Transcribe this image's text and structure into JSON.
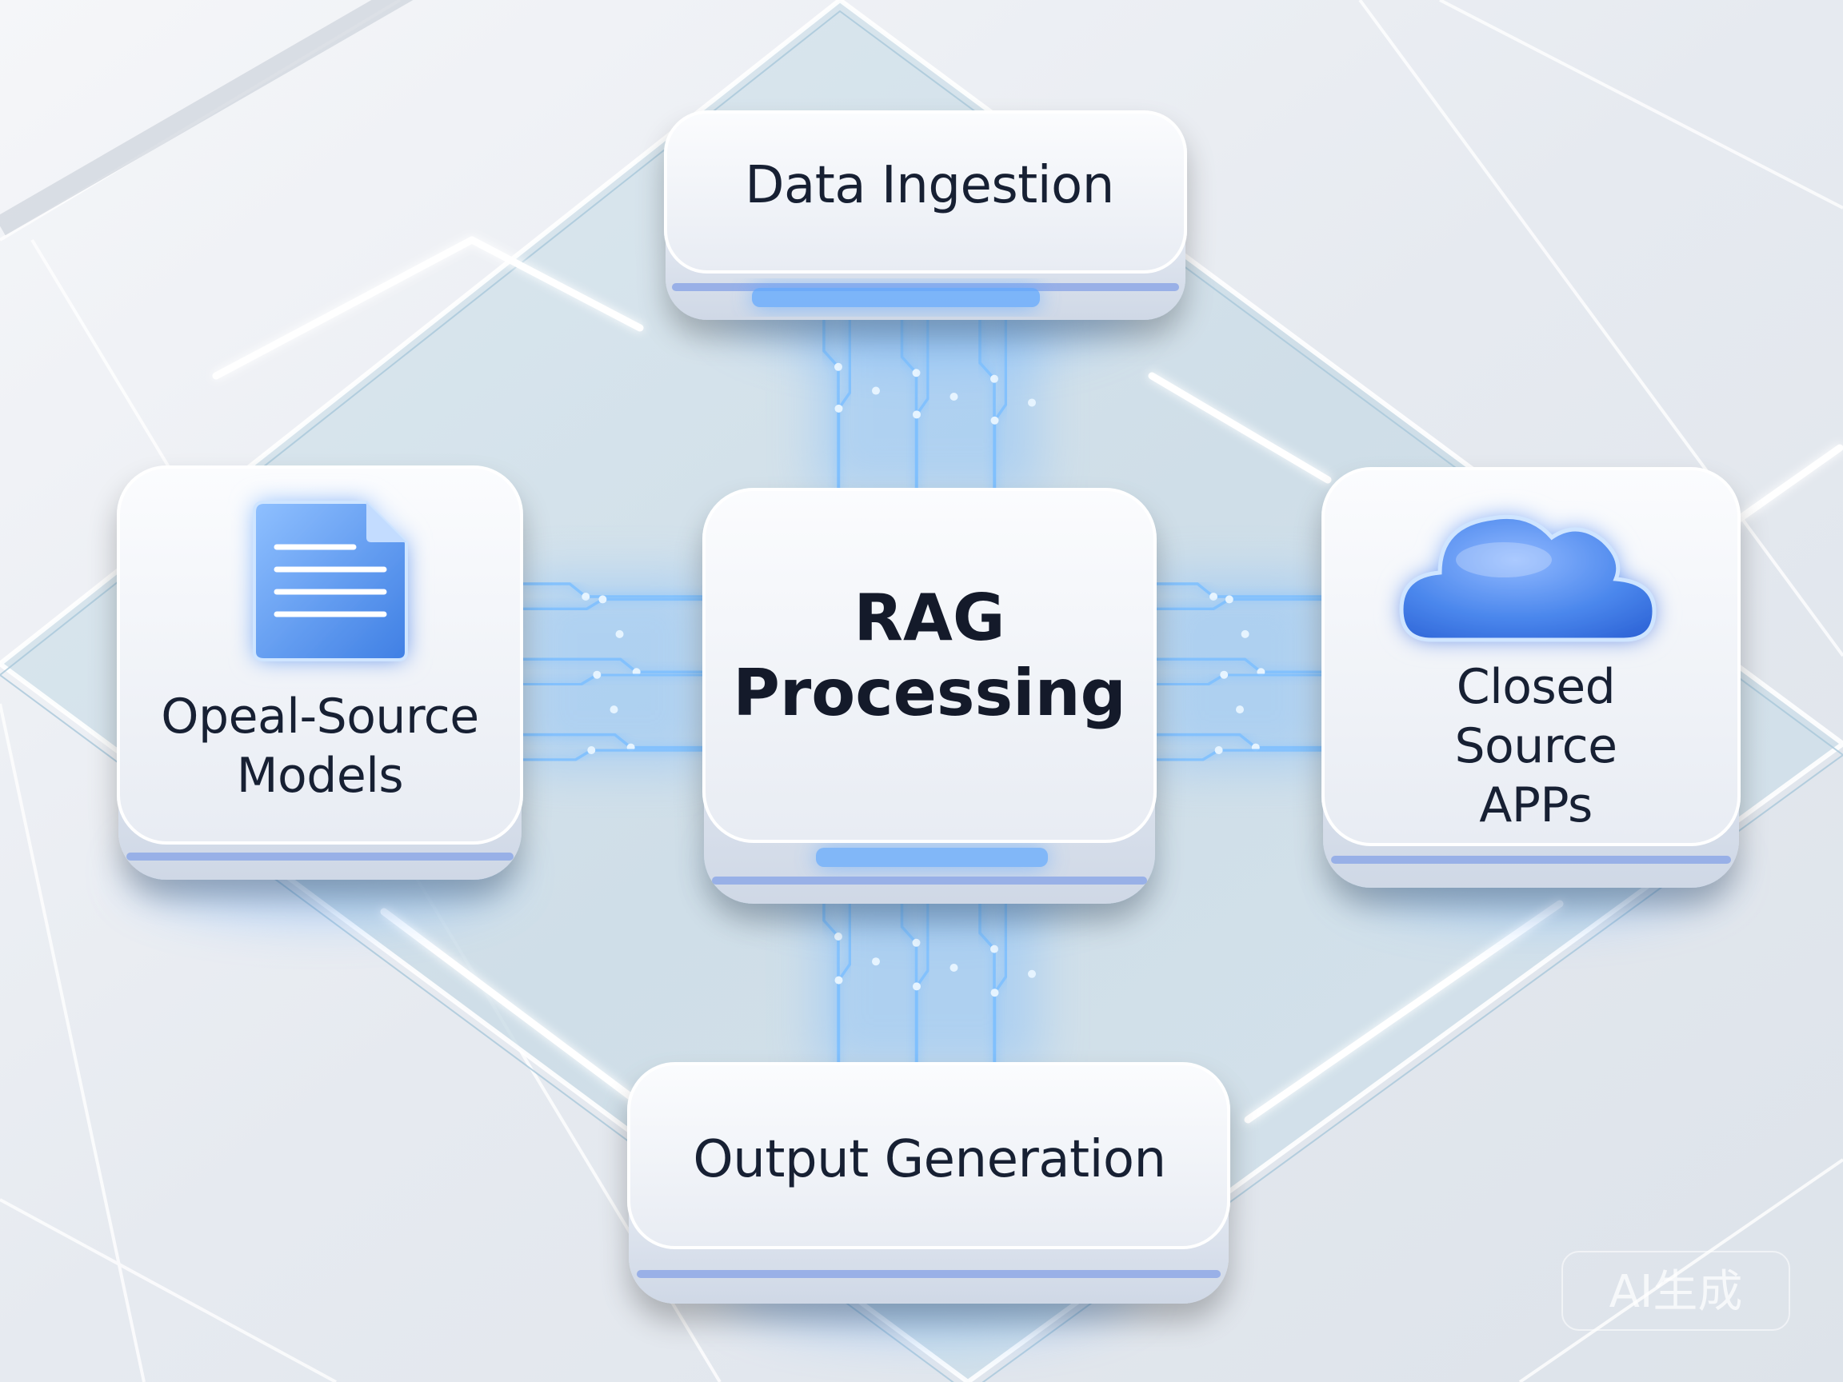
{
  "nodes": {
    "top": {
      "label": "Data Ingestion"
    },
    "left": {
      "label": "Opeal-Source\nModels",
      "icon": "document-icon"
    },
    "center": {
      "label": "RAG\nProcessing"
    },
    "right": {
      "label": "Closed Source\nAPPs",
      "icon": "cloud-icon"
    },
    "bottom": {
      "label": "Output Generation"
    }
  },
  "watermark": {
    "text": "AI生成"
  },
  "colors": {
    "background": "#eaedf2",
    "glass_panel": "#cfe0ea",
    "card": "#f3f5f9",
    "card_base_stripe": "#8ea8e6",
    "glow": "#4f9cff",
    "circuit": "#7fc0ff",
    "text": "#172033"
  }
}
